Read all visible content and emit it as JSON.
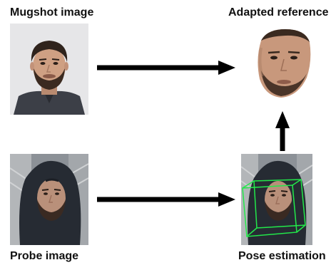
{
  "labels": {
    "mugshot": "Mugshot image",
    "adapted": "Adapted reference",
    "probe": "Probe image",
    "pose": "Pose estimation"
  },
  "colors": {
    "arrow": "#000000",
    "pose_box": "#22e84a",
    "mugshot_bg": "#e8e8e8",
    "hoodie": "#262b33",
    "skin": "#c99a7e",
    "hair": "#3a2a20",
    "shirt": "#3d4049"
  }
}
